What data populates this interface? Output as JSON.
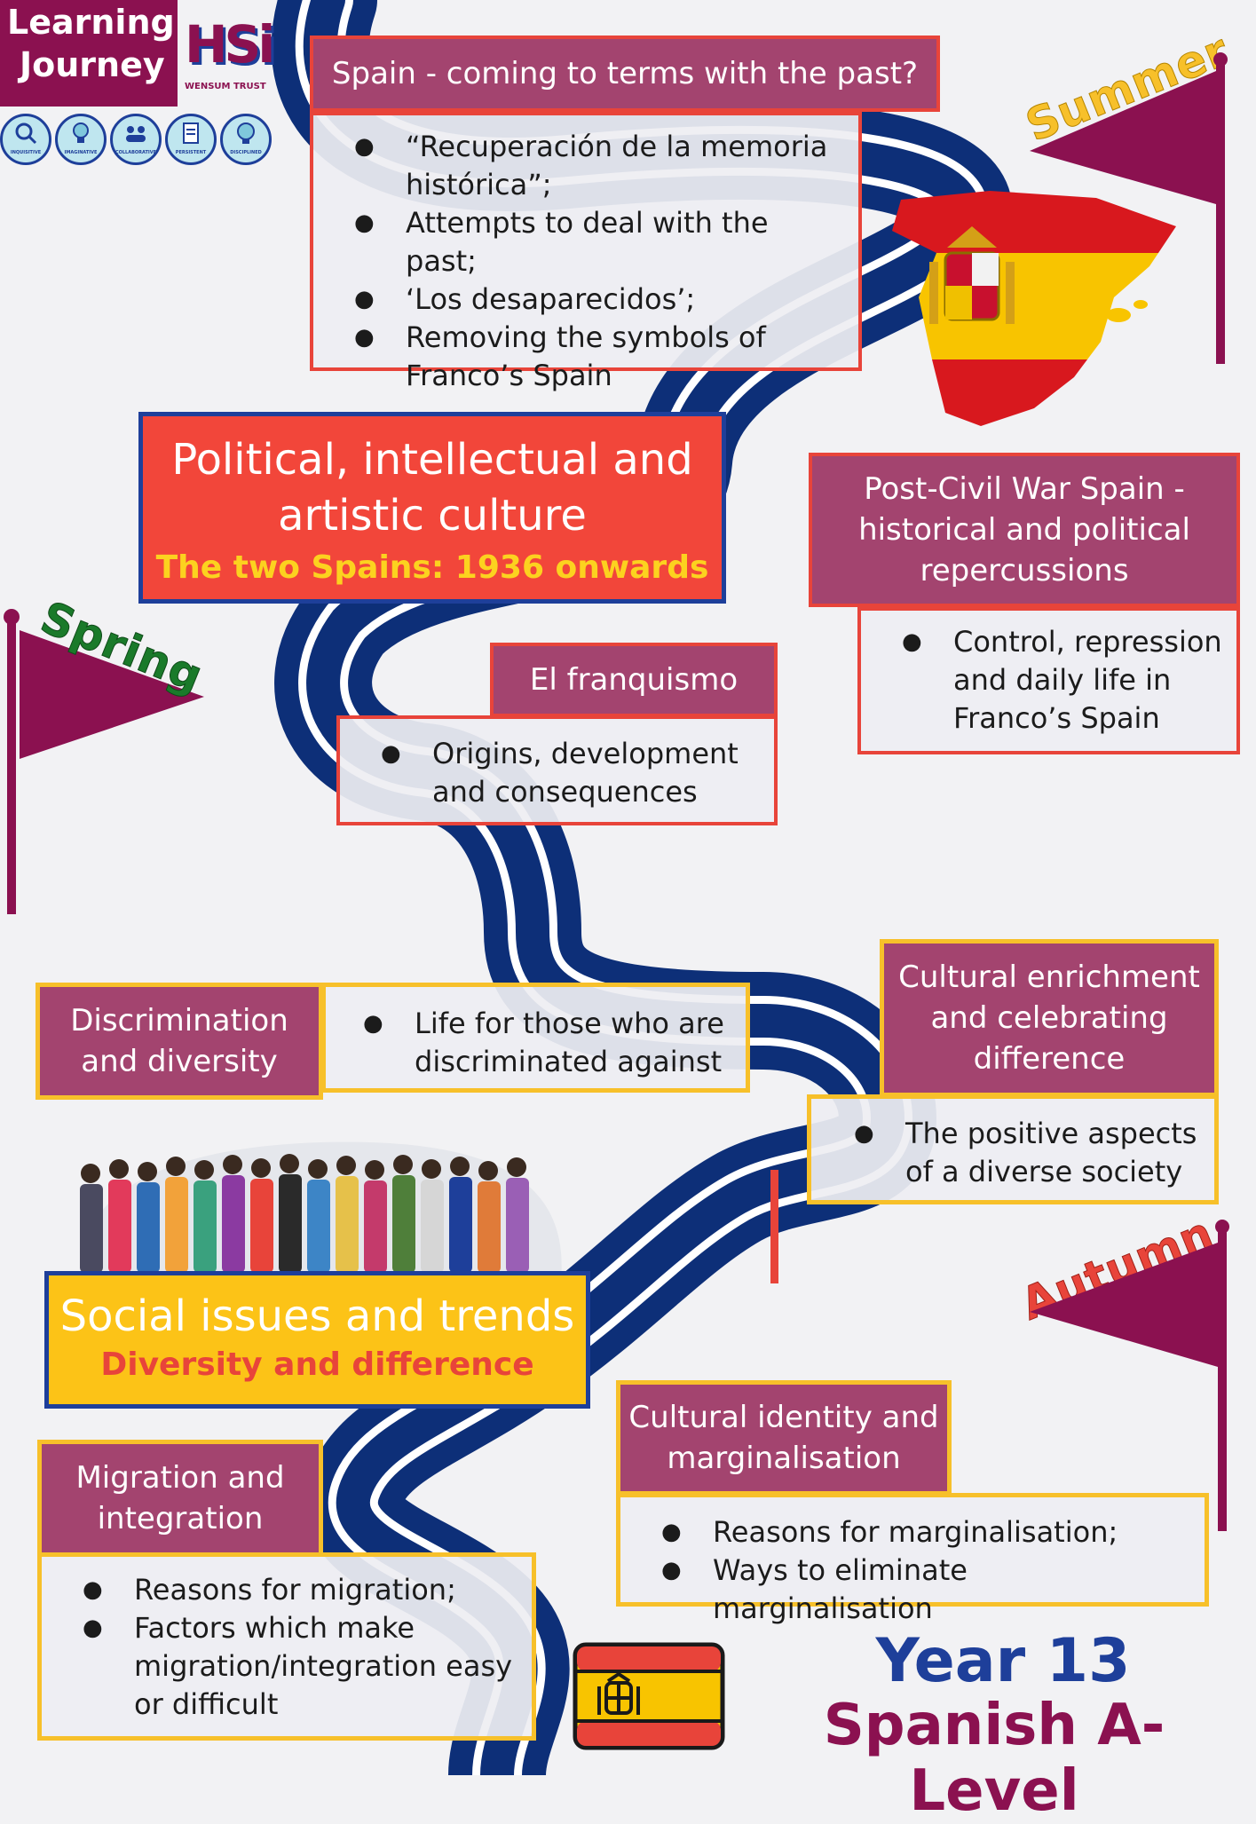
{
  "logo": {
    "line1": "Learning",
    "line2": "Journey",
    "monogram": "HSi",
    "trust": "WENSUM TRUST",
    "values": [
      "INQUISITIVE",
      "IMAGINATIVE",
      "COLLABORATIVE",
      "PERSISTENT",
      "DISCIPLINED"
    ]
  },
  "seasons": {
    "summer": "Summer",
    "spring": "Spring",
    "autumn": "Autumn"
  },
  "spain_past": {
    "header": "Spain - coming to terms with the past?",
    "items": [
      "“Recuperación de la memoria histórica”;",
      "Attempts to deal with the past;",
      "‘Los desaparecidos’;",
      "Removing the symbols of Franco’s Spain"
    ]
  },
  "theme_political": {
    "title": "Political, intellectual and artistic culture",
    "subtitle": "The two Spains: 1936 onwards"
  },
  "post_civil_war": {
    "header": "Post-Civil War Spain - historical and political repercussions",
    "items": [
      "Control, repression and daily life in Franco’s Spain"
    ]
  },
  "franquismo": {
    "header": "El franquismo",
    "items": [
      "Origins, development and consequences"
    ]
  },
  "cultural_enrichment": {
    "header": "Cultural enrichment and celebrating difference",
    "items": [
      "The positive aspects of a diverse society"
    ]
  },
  "discrimination": {
    "header": "Discrimination and diversity",
    "items": [
      "Life for those who are discriminated against"
    ]
  },
  "theme_social": {
    "title": "Social issues and trends",
    "subtitle": "Diversity and difference"
  },
  "cultural_identity": {
    "header": "Cultural identity and marginalisation",
    "items": [
      "Reasons for marginalisation;",
      "Ways to eliminate marginalisation"
    ]
  },
  "migration": {
    "header": "Migration and integration",
    "items": [
      "Reasons for migration;",
      "Factors which make migration/integration easy or difficult"
    ]
  },
  "course": {
    "year": "Year 13",
    "name": "Spanish A-Level"
  },
  "colors": {
    "plum": "#a3446f",
    "flag_purple": "#8b1150",
    "road": "#0d2f78",
    "red": "#e8443a",
    "yellow": "#f7c02a",
    "blue": "#1e3f9a"
  }
}
